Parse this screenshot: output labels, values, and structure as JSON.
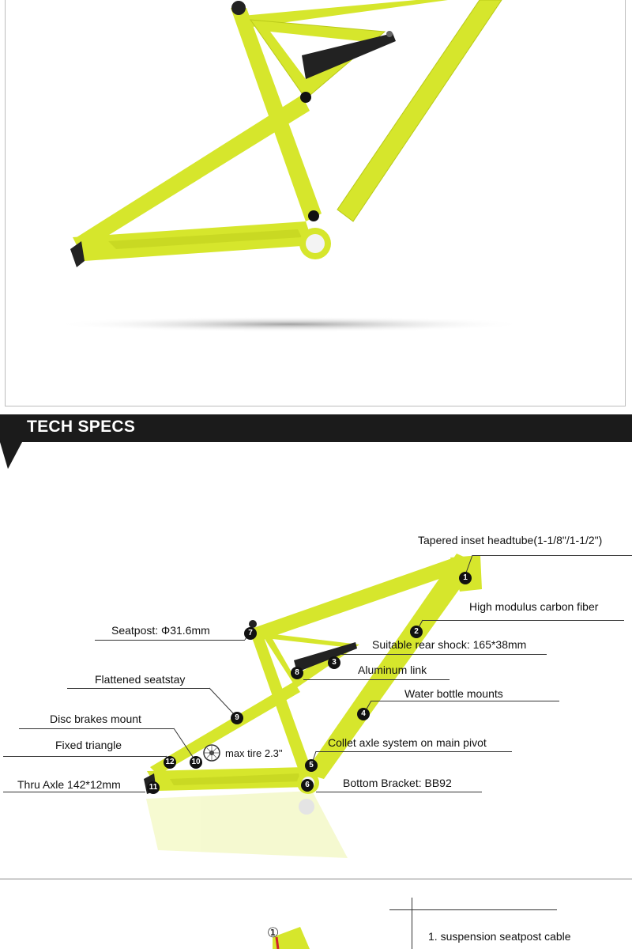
{
  "section": {
    "title": "TECH SPECS"
  },
  "colors": {
    "frame": "#d6e62c",
    "frame_shade": "#b9c919",
    "bar": "#1b1b1b",
    "marker": "#111111"
  },
  "callouts": [
    {
      "num": "1",
      "label": "Tapered inset headtube(1-1/8\"/1-1/2\")"
    },
    {
      "num": "2",
      "label": "High modulus carbon fiber"
    },
    {
      "num": "3",
      "label": "Suitable rear shock: 165*38mm"
    },
    {
      "num": "4",
      "label": "Water bottle mounts"
    },
    {
      "num": "5",
      "label": "Collet axle system on main pivot"
    },
    {
      "num": "6",
      "label": "Bottom Bracket: BB92"
    },
    {
      "num": "7",
      "label": "Seatpost: Φ31.6mm"
    },
    {
      "num": "8",
      "label": "Aluminum link"
    },
    {
      "num": "9",
      "label": "Flattened seatstay"
    },
    {
      "num": "10",
      "label": "Disc brakes mount"
    },
    {
      "num": "11",
      "label": "Thru Axle 142*12mm"
    },
    {
      "num": "12",
      "label": "Fixed triangle"
    }
  ],
  "tire_note": {
    "icon": "wheel-icon",
    "label": "max tire 2.3\""
  },
  "bottom": {
    "num": "①",
    "item_1": "1. suspension seatpost cable"
  }
}
